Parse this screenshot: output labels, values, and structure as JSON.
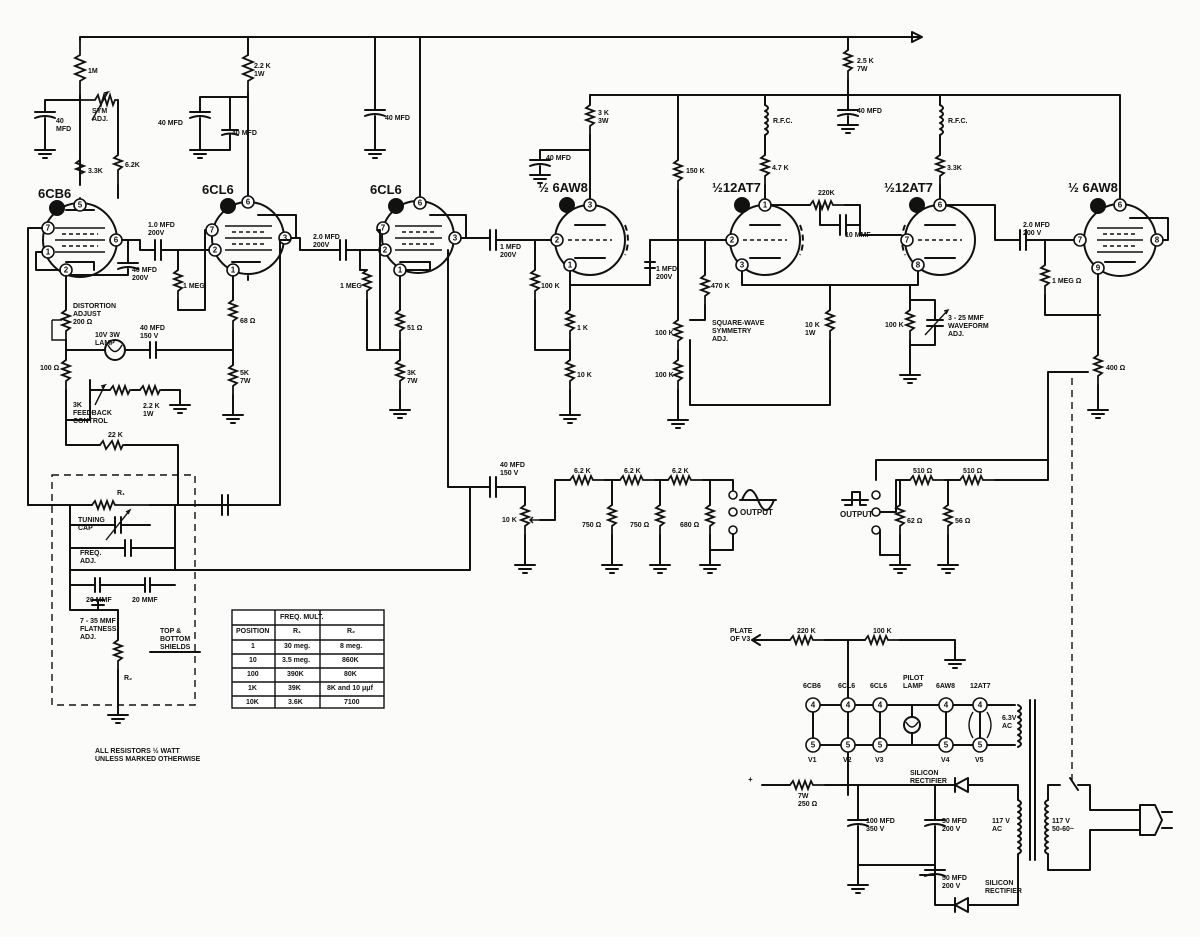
{
  "tubes": {
    "v1": "6CB6",
    "v2": "6CL6",
    "v3": "6CL6",
    "v4": "½ 6AW8",
    "v5a": "½12AT7",
    "v5b": "½12AT7",
    "v6": "½ 6AW8"
  },
  "components": {
    "r_1m": "1M",
    "sym_adj": "SYM\nADJ.",
    "r_22k_1w": "2.2 K\n1W",
    "cap_40_a": "40\nMFD",
    "r_33k": "3.3K",
    "r_62k": "6.2K",
    "cap_40_b": "40 MFD",
    "cap_40_c": "40 MFD",
    "cap_40_d": "40 MFD",
    "r_25k_7w": "2.5 K\n7W",
    "cap_40_e": "40 MFD",
    "rfc_1": "R.F.C.",
    "rfc_2": "R.F.C.",
    "r_3k_3w": "3 K\n3W",
    "cap_40_f": "40 MFD",
    "r_150k": "150 K",
    "r_47k": "4.7 K",
    "r_33k_b": "3.3K",
    "r_220k": "220K",
    "cap_10mmf": "10 MMF",
    "cap_1mfd_200v_a": "1.0 MFD\n200V",
    "cap_20mfd_200v_a": "2.0 MFD\n200V",
    "cap_1mfd_200v_b": "1 MFD\n200V",
    "cap_1mfd_200v_c": "1 MFD\n200V",
    "cap_20mfd_200v_b": "2.0 MFD\n200 V",
    "cap_40mfd_200v": "40 MFD\n200V",
    "r_1meg": "1 MEG",
    "r_1meg_b": "1 MEG",
    "r_1meg_c": "1 MEG Ω",
    "r_100k_a": "100 K",
    "r_470k": "470 K",
    "r_68": "68 Ω",
    "r_51": "51 Ω",
    "r_5k_7w": "5K\n7W",
    "r_3k_7w": "3K\n7W",
    "distortion": "DISTORTION\nADJUST\n200 Ω",
    "cap_40mfd_150v": "40 MFD\n150 V",
    "lamp": "10V 3W\nLAMP",
    "r_100": "100 Ω",
    "feedback": "3K\nFEEDBACK\nCONTROL",
    "r_22k_1w_b": "2.2 K\n1W",
    "r_22k": "22 K",
    "r_1k": "1 K",
    "r_10k": "10 K",
    "r_100k_b": "100 K",
    "r_100k_c": "100 K",
    "square_sym": "SQUARE-WAVE\nSYMMETRY\nADJ.",
    "r_10k_1w": "10 K\n1W",
    "r_100k_d": "100 K",
    "waveform_adj": "3 - 25 MMF\nWAVEFORM\nADJ.",
    "r_400": "400 Ω",
    "cap_40mfd_150v_b": "40 MFD\n150 V",
    "r_10k_b": "10 K",
    "r_62k_a": "6.2 K",
    "r_62k_b": "6.2 K",
    "r_62k_c": "6.2 K",
    "r_750_a": "750 Ω",
    "r_750_b": "750 Ω",
    "r_680": "680 Ω",
    "output_sine": "OUTPUT",
    "r_510_a": "510 Ω",
    "r_510_b": "510 Ω",
    "r_62": "62 Ω",
    "r_56": "56 Ω",
    "output_square": "OUTPUT",
    "r1": "R₁",
    "r2": "R₂",
    "tuning_cap": "TUNING\nCAP",
    "freq_adj": "FREQ.\nADJ.",
    "cap_20mmf_a": "20 MMF",
    "cap_20mmf_b": "20 MMF",
    "flatness": "7 - 35 MMF\nFLATNESS\nADJ.",
    "shields": "TOP &\nBOTTOM\nSHIELDS",
    "note": "ALL RESISTORS ½ WATT\nUNLESS MARKED OTHERWISE"
  },
  "freq_table": {
    "title": "FREQ. MULT.",
    "headers": [
      "POSITION",
      "R₁",
      "R₂"
    ],
    "rows": [
      [
        "1",
        "30 meg.",
        "8 meg."
      ],
      [
        "10",
        "3.5 meg.",
        "860K"
      ],
      [
        "100",
        "390K",
        "80K"
      ],
      [
        "1K",
        "39K",
        "8K and 10 μμf"
      ],
      [
        "10K",
        "3.6K",
        "7100"
      ]
    ]
  },
  "power": {
    "plate_label": "PLATE\nOF V3",
    "r_220k": "220 K",
    "r_100k": "100 K",
    "heater_heads": [
      "6CB6",
      "6CL6",
      "6CL6",
      "PILOT\nLAMP",
      "6AW8",
      "12AT7"
    ],
    "heater_tubes": [
      "V1",
      "V2",
      "V3",
      "",
      "V4",
      "V5"
    ],
    "heater_ac": "6.3V\nAC",
    "plus": "+",
    "r_250": "7W\n250 Ω",
    "rect1": "SILICON\nRECTIFIER",
    "rect2": "SILICON\nRECTIFIER",
    "cap_100": "100 MFD\n350 V",
    "cap_50a": "50 MFD\n200 V",
    "cap_50b": "50 MFD\n200 V",
    "ac117": "117 V\nAC",
    "line": "117 V\n50-60~"
  },
  "pins": {
    "p1": "1",
    "p2": "2",
    "p3": "3",
    "p5": "5",
    "p6": "6",
    "p7": "7",
    "p8": "8",
    "p9": "9",
    "p4": "4"
  }
}
